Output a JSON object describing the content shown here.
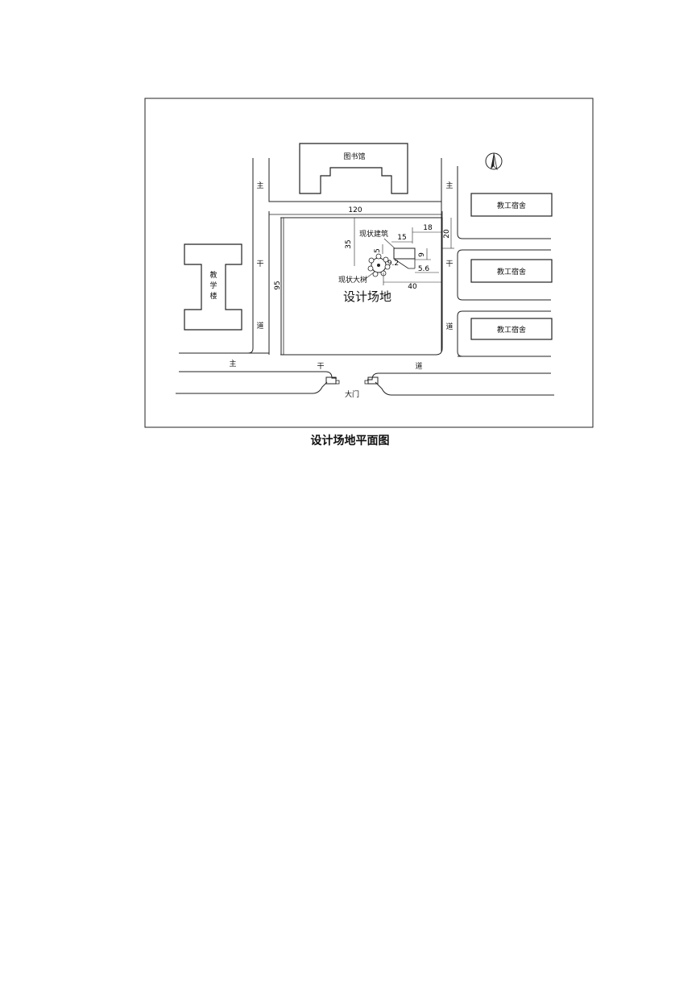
{
  "caption": "设计场地平面图",
  "labels": {
    "library": "图书馆",
    "teaching_building": [
      "教",
      "学",
      "楼"
    ],
    "dorm_1": "教工宿舍",
    "dorm_2": "教工宿舍",
    "dorm_3": "教工宿舍",
    "site": "设计场地",
    "existing_building": "现状建筑",
    "existing_tree": "现状大树",
    "gate": "大门",
    "road_west": [
      "主",
      "干",
      "道"
    ],
    "road_east": [
      "主",
      "干",
      "道"
    ],
    "road_south": [
      "主",
      "干",
      "道"
    ]
  },
  "dimensions": {
    "site_width": "120",
    "site_depth": "95",
    "bldg_offset_north": "35",
    "bldg_offset_east": "18",
    "bldg_depth_20": "20",
    "bldg_width": "15",
    "bldg_depth": "9",
    "tree_offset_north": "5",
    "tree_gap": "9.2",
    "small_dim": "5.6",
    "tree_offset_east": "40"
  },
  "icons": [
    "north-arrow-icon",
    "tree-icon"
  ]
}
